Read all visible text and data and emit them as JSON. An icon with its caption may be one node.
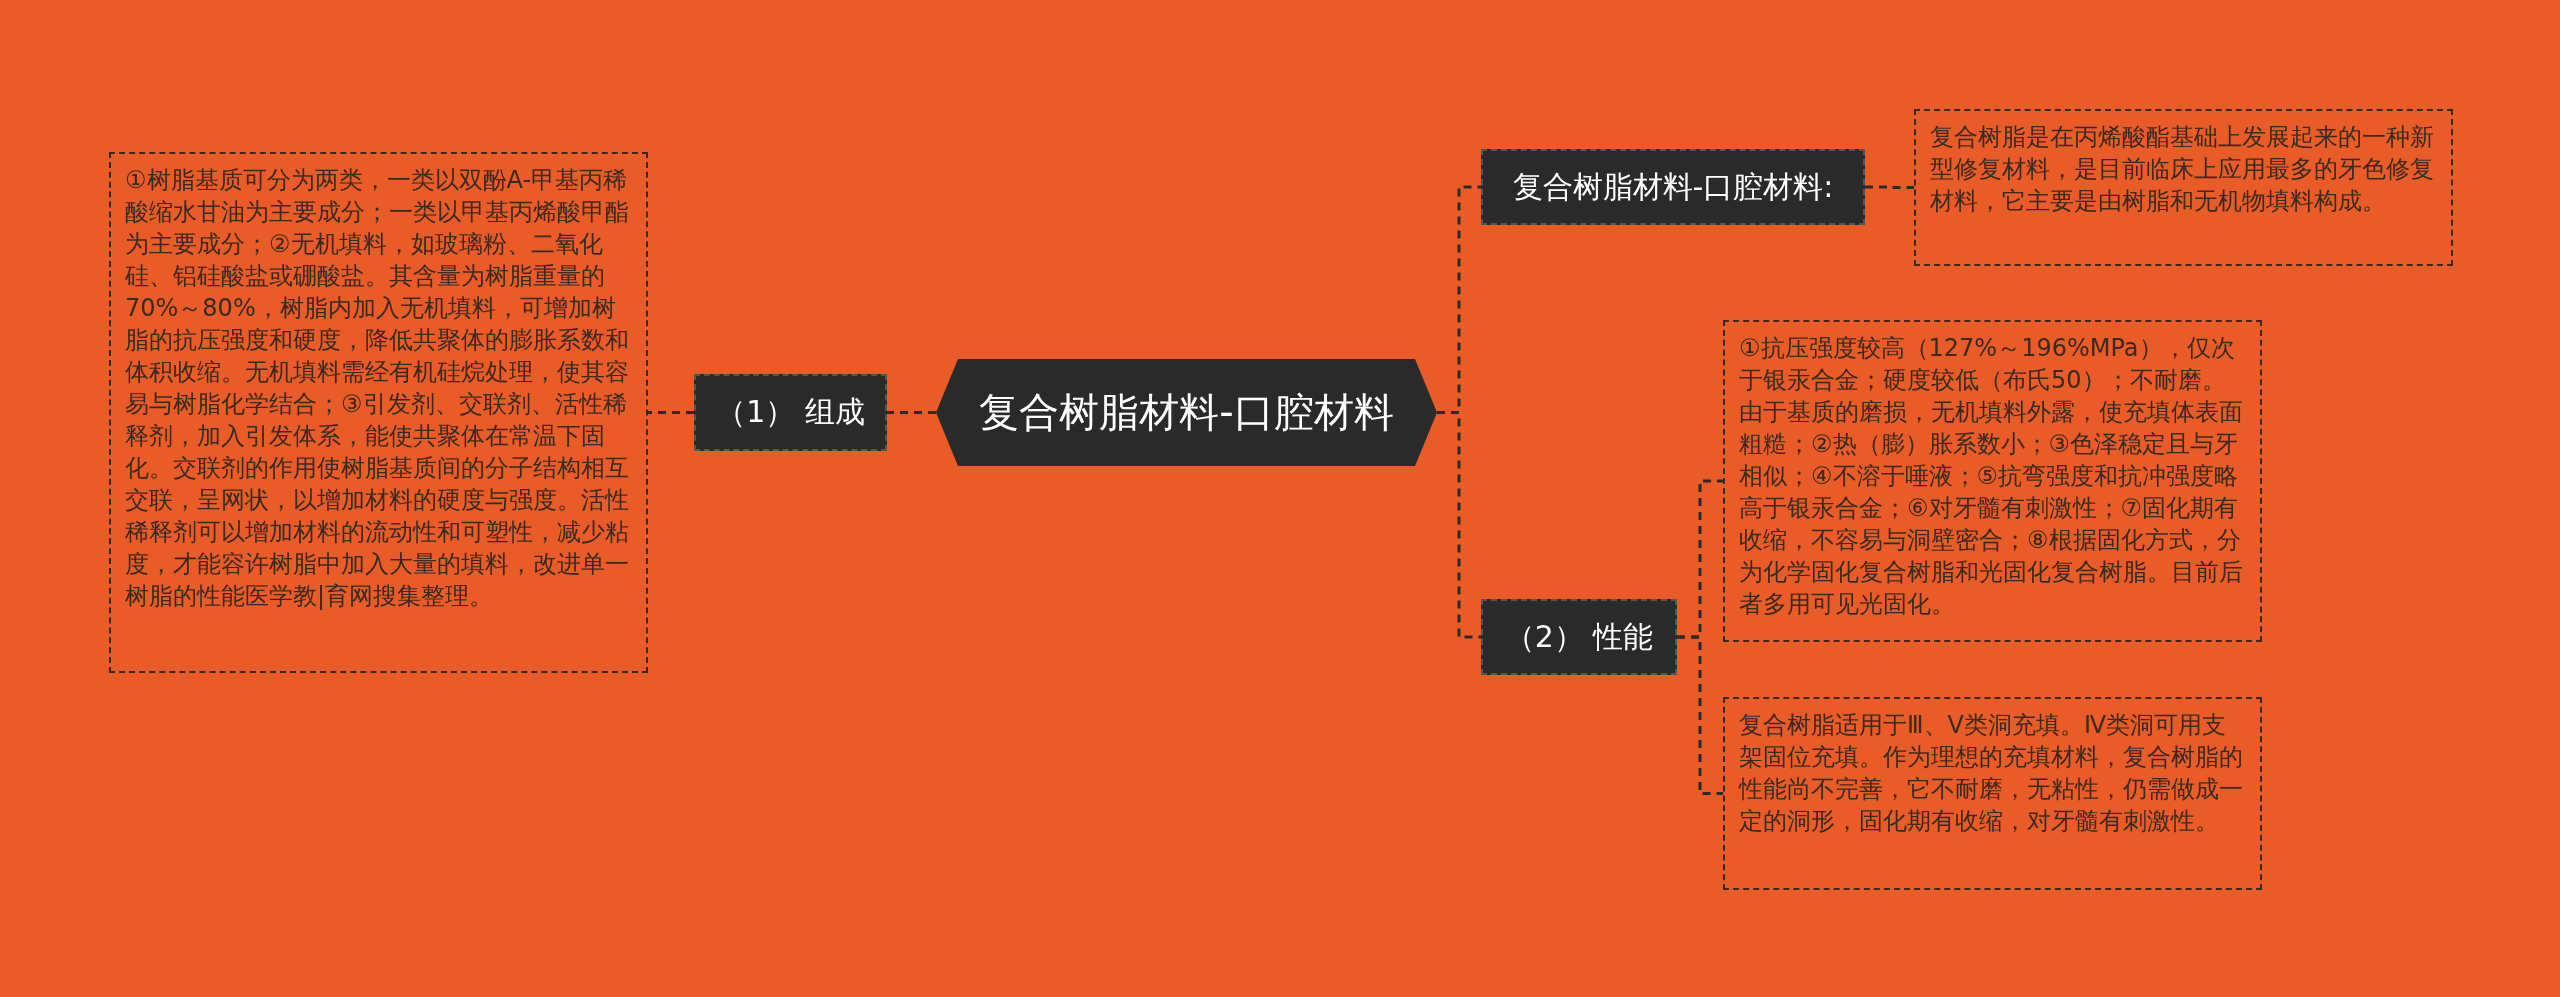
{
  "diagram": {
    "nodes": [
      {
        "text": [
          "复合树脂材料-口腔材料"
        ]
      },
      {
        "text": [
          "（1） 组成"
        ]
      },
      {
        "text": [
          "①树脂基质可分为两类，一类以双酚A-甲基丙稀酸缩水甘油为主要成分；一类以甲基丙烯酸甲酯为主要成分；②无机填料，如玻璃粉、二氧化硅、铝硅酸盐或硼酸盐。其含量为树脂重量的70%～80%，树脂内加入无机填料，可增加树脂的抗压强度和硬度，降低共聚体的膨胀系数和体积收缩。无机填料需经有机硅烷处理，使其容易与树脂化学结合；③引发剂、交联剂、活性稀释剂，加入引发体系，能使共聚体在常温下固化。交联剂的作用使树脂基质间的分子结构相互交联，呈网状，以增加材料的硬度与强度。活性稀释剂可以增加材料的流动性和可塑性，减少粘度，才能容许树脂中加入大量的填料，改进单一树脂的性能医学教|育网搜集整理。"
        ]
      },
      {
        "text": [
          "复合树脂材料-口腔材料:"
        ]
      },
      {
        "text": [
          "复合树脂是在丙烯酸酯基础上发展起来的一种新型修复材料，是目前临床上应用最多的牙色修复材料，它主要是由树脂和无机物填料构成。"
        ]
      },
      {
        "text": [
          "（2） 性能"
        ]
      },
      {
        "text": [
          "①抗压强度较高（127%～196%MPa），仅次于银汞合金；硬度较低（布氏50）；不耐磨。由于基质的磨损，无机填料外露，使充填体表面粗糙；②热（膨）胀系数小；③色泽稳定且与牙相似；④不溶于唾液；⑤抗弯强度和抗冲强度略高于银汞合金；⑥对牙髓有刺激性；⑦固化期有收缩，不容易与洞壁密合；⑧根据固化方式，分为化学固化复合树脂和光固化复合树脂。目前后者多用可见光固化。"
        ]
      },
      {
        "text": [
          "复合树脂适用于Ⅲ、Ⅴ类洞充填。Ⅳ类洞可用支架固位充填。作为理想的充填材料，复合树脂的性能尚不完善，它不耐磨，无粘性，仍需做成一定的洞形，固化期有收缩，对牙髓有刺激性。"
        ]
      }
    ],
    "edges": [
      {
        "from": 0,
        "to": 1,
        "arrow": "none"
      },
      {
        "from": 1,
        "to": 2,
        "arrow": "none"
      },
      {
        "from": 0,
        "to": 3,
        "arrow": "none"
      },
      {
        "from": 0,
        "to": 5,
        "arrow": "none"
      },
      {
        "from": 3,
        "to": 4,
        "arrow": "none"
      },
      {
        "from": 5,
        "to": 6,
        "arrow": "none"
      },
      {
        "from": 5,
        "to": 7,
        "arrow": "none"
      }
    ]
  }
}
